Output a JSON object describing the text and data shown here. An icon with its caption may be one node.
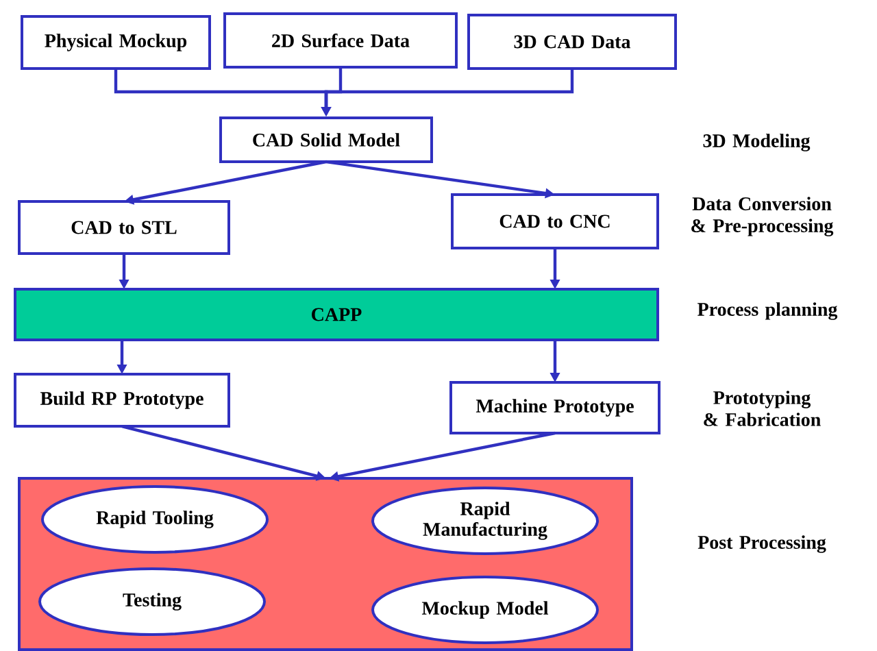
{
  "diagram": {
    "nodes": [
      {
        "text": [
          "Physical Mockup"
        ]
      },
      {
        "text": [
          "2D Surface Data"
        ]
      },
      {
        "text": [
          "3D CAD Data"
        ]
      },
      {
        "text": [
          "CAD Solid Model"
        ]
      },
      {
        "text": [
          "CAD to STL"
        ]
      },
      {
        "text": [
          "CAD to CNC"
        ]
      },
      {
        "text": [
          "CAPP"
        ]
      },
      {
        "text": [
          "Build RP Prototype"
        ]
      },
      {
        "text": [
          "Machine Prototype"
        ]
      },
      {
        "text": [],
        "shape": "box"
      },
      {
        "text": [
          "Rapid Tooling"
        ],
        "in": 9
      },
      {
        "text": [
          "Rapid Manufacturing"
        ],
        "in": 9
      },
      {
        "text": [
          "Testing"
        ],
        "in": 9
      },
      {
        "text": [
          "Mockup Model"
        ],
        "in": 9
      }
    ],
    "edges": [
      {
        "from": 0,
        "to": 3,
        "arrow": "to"
      },
      {
        "from": 1,
        "to": 3,
        "arrow": "to"
      },
      {
        "from": 2,
        "to": 3,
        "arrow": "to"
      },
      {
        "from": 3,
        "to": 4,
        "arrow": "to"
      },
      {
        "from": 3,
        "to": 5,
        "arrow": "to"
      },
      {
        "from": 4,
        "to": 6,
        "arrow": "to"
      },
      {
        "from": 5,
        "to": 6,
        "arrow": "to"
      },
      {
        "from": 6,
        "to": 7,
        "arrow": "to"
      },
      {
        "from": 6,
        "to": 8,
        "arrow": "to"
      },
      {
        "from": 7,
        "to": 9,
        "arrow": "to"
      },
      {
        "from": 8,
        "to": 9,
        "arrow": "to"
      }
    ],
    "labels": [
      "3D Modeling",
      "Data Conversion & Pre-processing",
      "Process planning",
      "Prototyping & Fabrication",
      "Post Processing"
    ]
  }
}
